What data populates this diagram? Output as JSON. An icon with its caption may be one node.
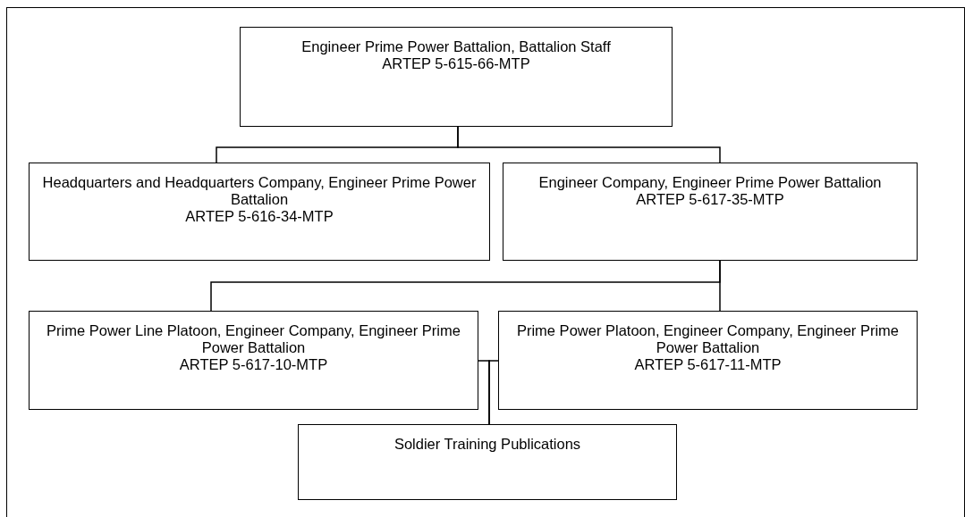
{
  "diagram": {
    "nodes": [
      {
        "text": [
          "Engineer Prime Power Battalion, Battalion Staff",
          "ARTEP 5-615-66-MTP"
        ]
      },
      {
        "text": [
          "Headquarters and Headquarters Company, Engineer Prime Power Battalion",
          "ARTEP 5-616-34-MTP"
        ]
      },
      {
        "text": [
          "Engineer Company, Engineer Prime Power Battalion",
          "ARTEP 5-617-35-MTP"
        ]
      },
      {
        "text": [
          "Prime Power Line Platoon, Engineer Company, Engineer Prime Power Battalion",
          "ARTEP 5-617-10-MTP"
        ]
      },
      {
        "text": [
          "Prime Power Platoon, Engineer Company, Engineer Prime Power Battalion",
          "ARTEP 5-617-11-MTP"
        ]
      },
      {
        "text": [
          "Soldier Training Publications"
        ]
      }
    ],
    "edges": [
      {
        "from": 0,
        "to": 1,
        "arrow": "none"
      },
      {
        "from": 0,
        "to": 2,
        "arrow": "none"
      },
      {
        "from": 2,
        "to": 3,
        "arrow": "none"
      },
      {
        "from": 2,
        "to": 4,
        "arrow": "none"
      },
      {
        "from": 3,
        "to": 5,
        "arrow": "none"
      },
      {
        "from": 4,
        "to": 5,
        "arrow": "none"
      }
    ]
  }
}
